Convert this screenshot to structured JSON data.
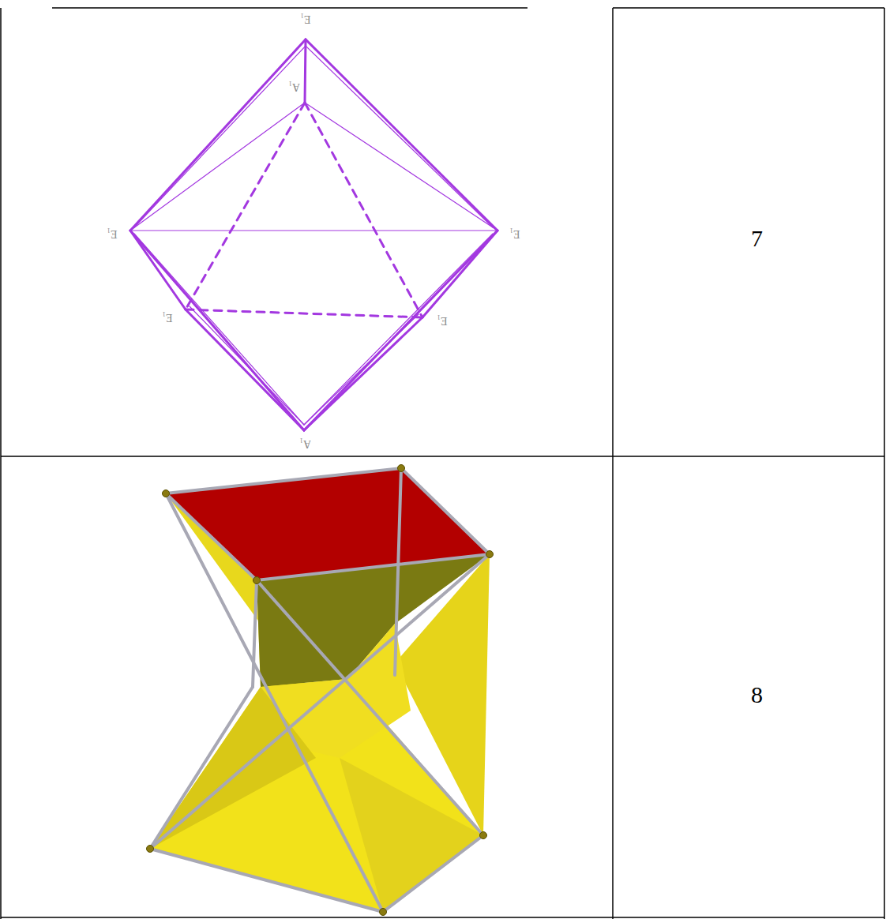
{
  "diagram": {
    "labels": [
      "E₁",
      "A₁",
      "E₁",
      "E₁",
      "E₁",
      "E₁",
      "A₁",
      "7",
      "8"
    ]
  }
}
